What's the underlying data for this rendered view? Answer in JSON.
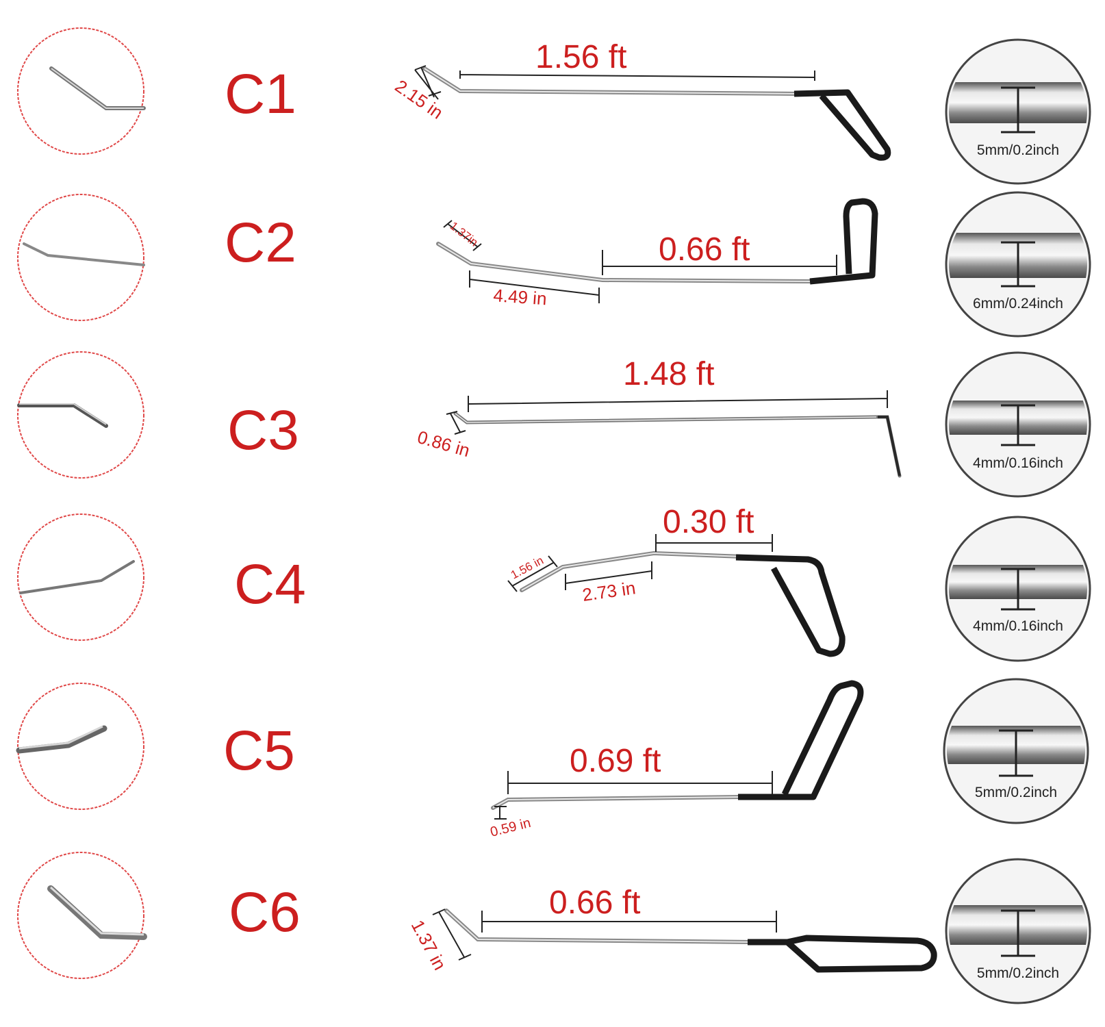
{
  "colors": {
    "accent": "#cc1f1f",
    "handle": "#1a1a1a",
    "rod": "#a8a8a8"
  },
  "rows": [
    {
      "code": "C1",
      "length": "1.56 ft",
      "tip": "2.15 in",
      "diameter": "5mm/0.2inch"
    },
    {
      "code": "C2",
      "length": "0.66 ft",
      "tip": "1.37in",
      "mid": "4.49 in",
      "diameter": "6mm/0.24inch"
    },
    {
      "code": "C3",
      "length": "1.48 ft",
      "tip": "0.86 in",
      "diameter": "4mm/0.16inch"
    },
    {
      "code": "C4",
      "length": "0.30 ft",
      "tip": "1.56 in",
      "mid": "2.73 in",
      "diameter": "4mm/0.16inch"
    },
    {
      "code": "C5",
      "length": "0.69 ft",
      "tip": "0.59 in",
      "diameter": "5mm/0.2inch"
    },
    {
      "code": "C6",
      "length": "0.66 ft",
      "tip": "1.37 in",
      "diameter": "5mm/0.2inch"
    }
  ]
}
